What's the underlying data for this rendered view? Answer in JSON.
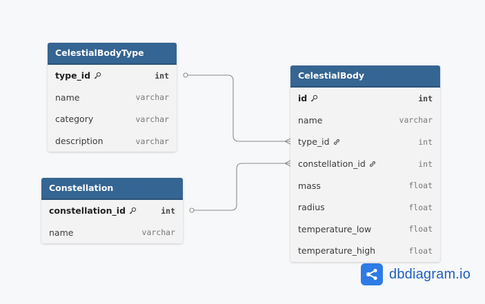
{
  "tables": {
    "celestial_body_type": {
      "title": "CelestialBodyType",
      "fields": [
        {
          "name": "type_id",
          "type": "int"
        },
        {
          "name": "name",
          "type": "varchar"
        },
        {
          "name": "category",
          "type": "varchar"
        },
        {
          "name": "description",
          "type": "varchar"
        }
      ]
    },
    "constellation": {
      "title": "Constellation",
      "fields": [
        {
          "name": "constellation_id",
          "type": "int"
        },
        {
          "name": "name",
          "type": "varchar"
        }
      ]
    },
    "celestial_body": {
      "title": "CelestialBody",
      "fields": [
        {
          "name": "id",
          "type": "int"
        },
        {
          "name": "name",
          "type": "varchar"
        },
        {
          "name": "type_id",
          "type": "int"
        },
        {
          "name": "constellation_id",
          "type": "int"
        },
        {
          "name": "mass",
          "type": "float"
        },
        {
          "name": "radius",
          "type": "float"
        },
        {
          "name": "temperature_low",
          "type": "float"
        },
        {
          "name": "temperature_high",
          "type": "float"
        }
      ]
    }
  },
  "brand": {
    "text": "dbdiagram.io"
  },
  "colors": {
    "header": "#356592",
    "brand": "#1d5fbd",
    "line": "#8a8a8a"
  }
}
